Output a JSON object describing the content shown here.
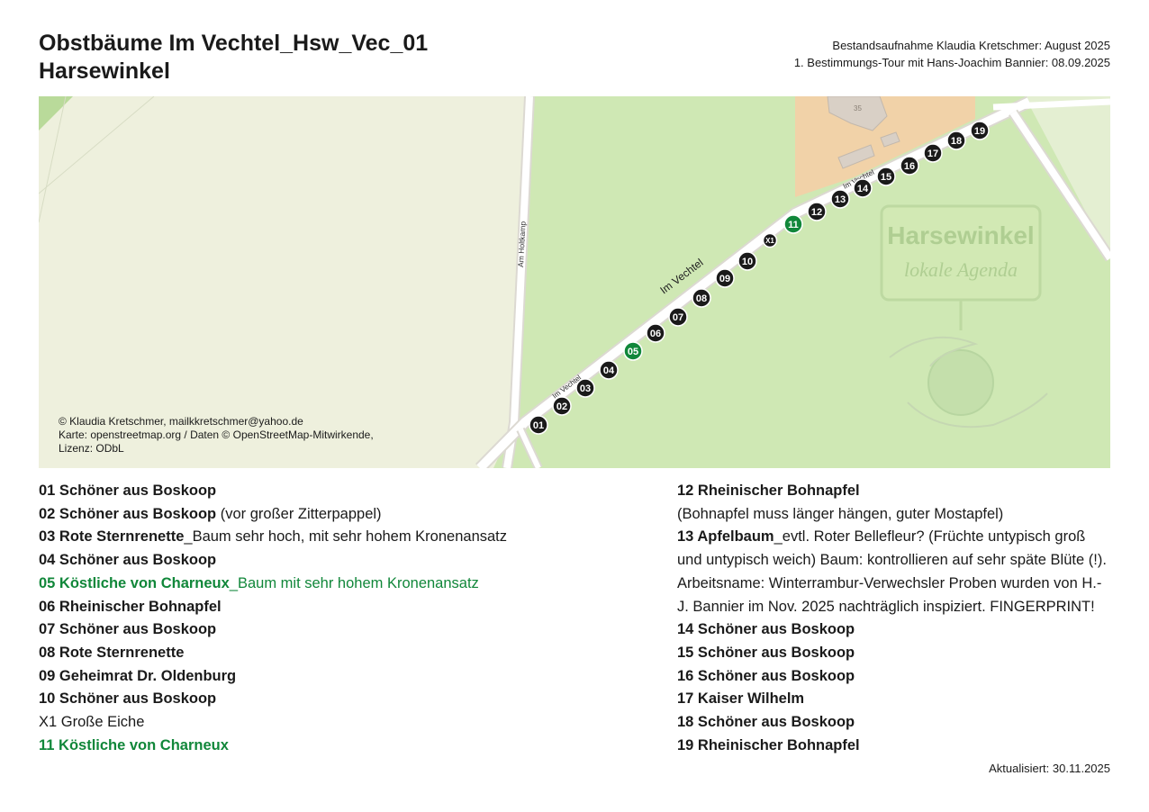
{
  "header": {
    "title_line1": "Obstbäume Im Vechtel_Hsw_Vec_01",
    "title_line2": "Harsewinkel",
    "meta_line1": "Bestandsaufnahme Klaudia Kretschmer: August 2025",
    "meta_line2": "1. Bestimmungs-Tour mit Hans-Joachim Bannier: 08.09.2025"
  },
  "map": {
    "street_main": "Im Vechtel",
    "street_small_1": "Im Vechtel",
    "street_small_2": "Im Vechtel",
    "street_side": "Am Holtkamp",
    "house_number": "35",
    "logo_line1": "Harsewinkel",
    "logo_line2": "lokale Agenda",
    "copyright_line1": "© Klaudia Kretschmer, mailkkretschmer@yahoo.de",
    "copyright_line2": "Karte: openstreetmap.org / Daten © OpenStreetMap-Mitwirkende,",
    "copyright_line3": "Lizenz: ODbL",
    "colors": {
      "meadow": "#cfe8b4",
      "farmland": "#eef0dd",
      "residential": "#f1d2a8",
      "road": "#ffffff",
      "marker": "#1a1a1a",
      "marker_highlight": "#11873a"
    },
    "markers": [
      {
        "label": "01",
        "highlight": false
      },
      {
        "label": "02",
        "highlight": false
      },
      {
        "label": "03",
        "highlight": false
      },
      {
        "label": "04",
        "highlight": false
      },
      {
        "label": "05",
        "highlight": true
      },
      {
        "label": "06",
        "highlight": false
      },
      {
        "label": "07",
        "highlight": false
      },
      {
        "label": "08",
        "highlight": false
      },
      {
        "label": "09",
        "highlight": false
      },
      {
        "label": "10",
        "highlight": false
      },
      {
        "label": "X1",
        "highlight": false
      },
      {
        "label": "11",
        "highlight": true
      },
      {
        "label": "12",
        "highlight": false
      },
      {
        "label": "13",
        "highlight": false
      },
      {
        "label": "14",
        "highlight": false
      },
      {
        "label": "15",
        "highlight": false
      },
      {
        "label": "16",
        "highlight": false
      },
      {
        "label": "17",
        "highlight": false
      },
      {
        "label": "18",
        "highlight": false
      },
      {
        "label": "19",
        "highlight": false
      }
    ]
  },
  "legend_left": [
    {
      "name": "01 Schöner aus Boskoop",
      "note": "",
      "bold": true,
      "green": false
    },
    {
      "name": "02 Schöner aus Boskoop",
      "note": " (vor großer Zitterpappel)",
      "bold": true,
      "green": false
    },
    {
      "name": "03 Rote Sternrenette",
      "note": "_Baum sehr hoch, mit sehr hohem Kronenansatz",
      "bold": true,
      "green": false
    },
    {
      "name": "04 Schöner aus Boskoop",
      "note": "",
      "bold": true,
      "green": false
    },
    {
      "name": "05 Köstliche von Charneux",
      "note": "_Baum mit sehr hohem Kronenansatz",
      "bold": true,
      "green": true
    },
    {
      "name": "06 Rheinischer Bohnapfel",
      "note": "",
      "bold": true,
      "green": false
    },
    {
      "name": "07 Schöner aus Boskoop",
      "note": "",
      "bold": true,
      "green": false
    },
    {
      "name": "08 Rote Sternrenette",
      "note": "",
      "bold": true,
      "green": false
    },
    {
      "name": "09 Geheimrat Dr. Oldenburg",
      "note": "",
      "bold": true,
      "green": false
    },
    {
      "name": "10 Schöner aus Boskoop",
      "note": "",
      "bold": true,
      "green": false
    },
    {
      "name": "",
      "note": "X1 Große Eiche",
      "bold": false,
      "green": false
    },
    {
      "name": "11 Köstliche von Charneux",
      "note": "",
      "bold": true,
      "green": true
    }
  ],
  "legend_right": {
    "item12_name": "12 Rheinischer Bohnapfel",
    "item12_note": "(Bohnapfel muss länger hängen, guter Mostapfel)",
    "item13_name": "13 Apfelbaum",
    "item13_note": "_evtl. Roter Bellefleur? (Früchte untypisch groß und untypisch weich) Baum: kontrollieren auf sehr späte Blüte (!). Arbeitsname: Winterrambur-Verwechsler Proben wurden von H.-J. Bannier im Nov. 2025 nachträglich inspiziert. FINGERPRINT!",
    "items": [
      "14 Schöner aus Boskoop",
      "15 Schöner aus Boskoop",
      "16 Schöner aus Boskoop",
      "17 Kaiser Wilhelm",
      "18 Schöner aus Boskoop",
      "19 Rheinischer Bohnapfel"
    ]
  },
  "footer": {
    "updated": "Aktualisiert: 30.11.2025"
  }
}
